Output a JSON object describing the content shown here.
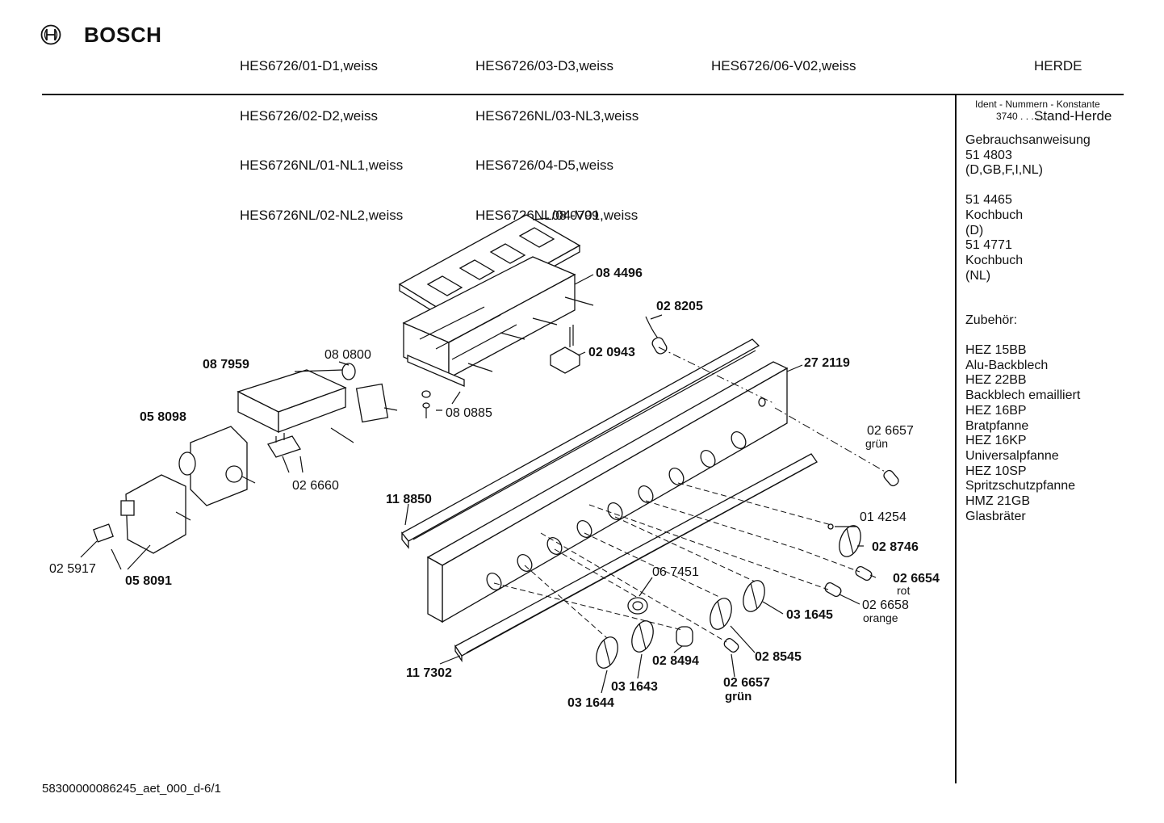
{
  "header": {
    "brand": "BOSCH",
    "models_col1": [
      "HES6726/01-D1,weiss",
      "HES6726/02-D2,weiss",
      "HES6726NL/01-NL1,weiss",
      "HES6726NL/02-NL2,weiss"
    ],
    "models_col2": [
      "HES6726/03-D3,weiss",
      "HES6726NL/03-NL3,weiss",
      "HES6726/04-D5,weiss",
      "HES6726NL/04-V01,weiss"
    ],
    "models_col3": [
      "HES6726/06-V02,weiss"
    ],
    "category_line1": "HERDE",
    "category_line2": "Stand-Herde"
  },
  "sidebar": {
    "ident_title": "Ident - Nummern - Konstante",
    "ident_value": "3740 . . . . . .",
    "manual_title": "Gebrauchsanweisung",
    "manual_number": "51 4803",
    "manual_langs": "(D,GB,F,I,NL)",
    "cookbook1_number": "51 4465",
    "cookbook1_title": "Kochbuch",
    "cookbook1_lang": "(D)",
    "cookbook2_number": "51 4771",
    "cookbook2_title": "Kochbuch",
    "cookbook2_lang": "(NL)",
    "accessories_title": "Zubehör:",
    "accessories": [
      {
        "code": "HEZ 15BB",
        "name": "Alu-Backblech"
      },
      {
        "code": "HEZ 22BB",
        "name": "Backblech emailliert"
      },
      {
        "code": "HEZ 16BP",
        "name": "Bratpfanne"
      },
      {
        "code": "HEZ 16KP",
        "name": "Universalpfanne"
      },
      {
        "code": "HEZ 10SP",
        "name": "Spritzschutzpfanne"
      },
      {
        "code": "HMZ 21GB",
        "name": "Glasbräter"
      }
    ]
  },
  "parts": {
    "p080799": "08 0799",
    "p084496": "08 4496",
    "p028205": "02 8205",
    "p020943": "02 0943",
    "p272119": "27 2119",
    "p087959": "08 7959",
    "p080800": "08 0800",
    "p080885": "08 0885",
    "p058098": "05 8098",
    "p026657a": "02 6657",
    "p026657a_color": "grün",
    "p026660": "02 6660",
    "p118850": "11 8850",
    "p014254": "01 4254",
    "p028746": "02 8746",
    "p025917": "02 5917",
    "p058091": "05 8091",
    "p026654": "02 6654",
    "p026654_color": "rot",
    "p067451": "06 7451",
    "p026658": "02 6658",
    "p026658_color": "orange",
    "p031645": "03 1645",
    "p028545": "02 8545",
    "p028494": "02 8494",
    "p117302": "11 7302",
    "p031643": "03 1643",
    "p026657b": "02 6657",
    "p026657b_color": "grün",
    "p031644": "03 1644"
  },
  "footer": {
    "doc_id": "58300000086245_aet_000_d-6/1"
  }
}
